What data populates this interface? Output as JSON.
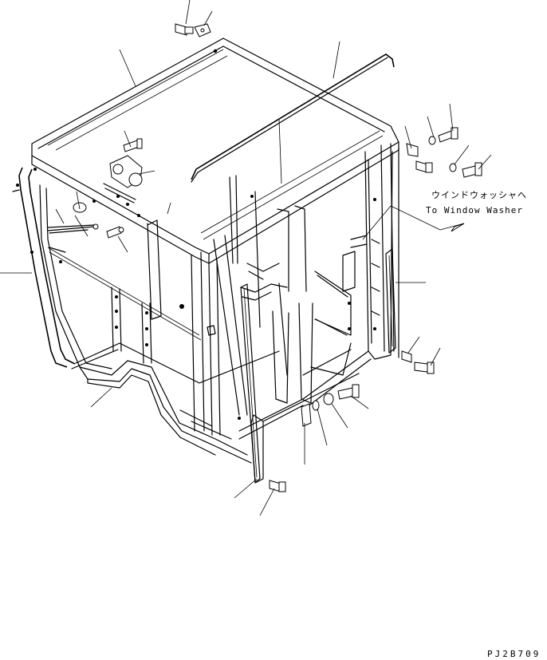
{
  "annotation": {
    "japanese": "ウインドウォッシャへ",
    "english": "To Window Washer"
  },
  "drawing_code": "PJ2B709"
}
